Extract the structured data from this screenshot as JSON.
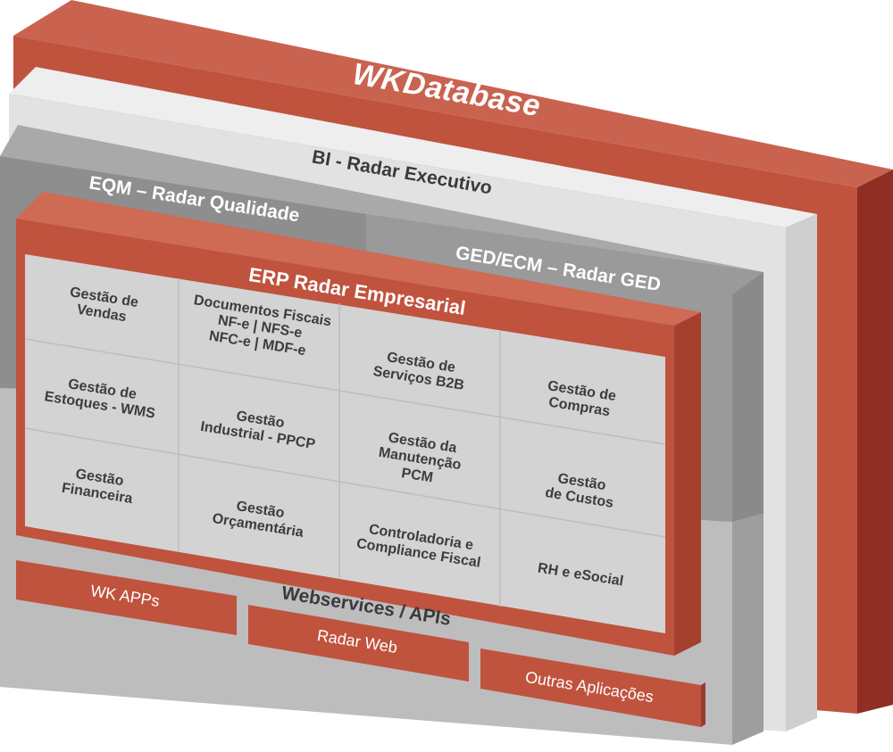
{
  "diagram": {
    "title": "WKDatabase",
    "layers": {
      "bi": "BI - Radar Executivo",
      "eqm": "EQM – Radar Qualidade",
      "ged": "GED/ECM – Radar GED",
      "erp": "ERP Radar Empresarial",
      "webservices": "Webservices / APIs"
    },
    "modules": [
      "Gestão de\nVendas",
      "Documentos Fiscais\nNF-e | NFS-e\nNFC-e | MDF-e",
      "Gestão de\nEstoques - WMS",
      "Gestão de\nServiços B2B",
      "Gestão de\nCompras",
      "Gestão\nIndustrial - PPCP",
      "Gestão da\nManutenção\nPCM",
      "Gestão\nFinanceira",
      "Gestão\nde Custos",
      "Gestão\nOrçamentária",
      "Controladoria e\nCompliance Fiscal",
      "RH e eSocial"
    ],
    "apps": [
      "WK APPs",
      "Radar Web",
      "Outras Aplicações"
    ],
    "colors": {
      "red": "#c0533e",
      "dark_red": "#8f2e22",
      "light_gray": "#e0e0e0",
      "mid_gray": "#bdbdbd",
      "dark_gray": "#8e8e8e",
      "text": "#3a3a3a"
    }
  }
}
